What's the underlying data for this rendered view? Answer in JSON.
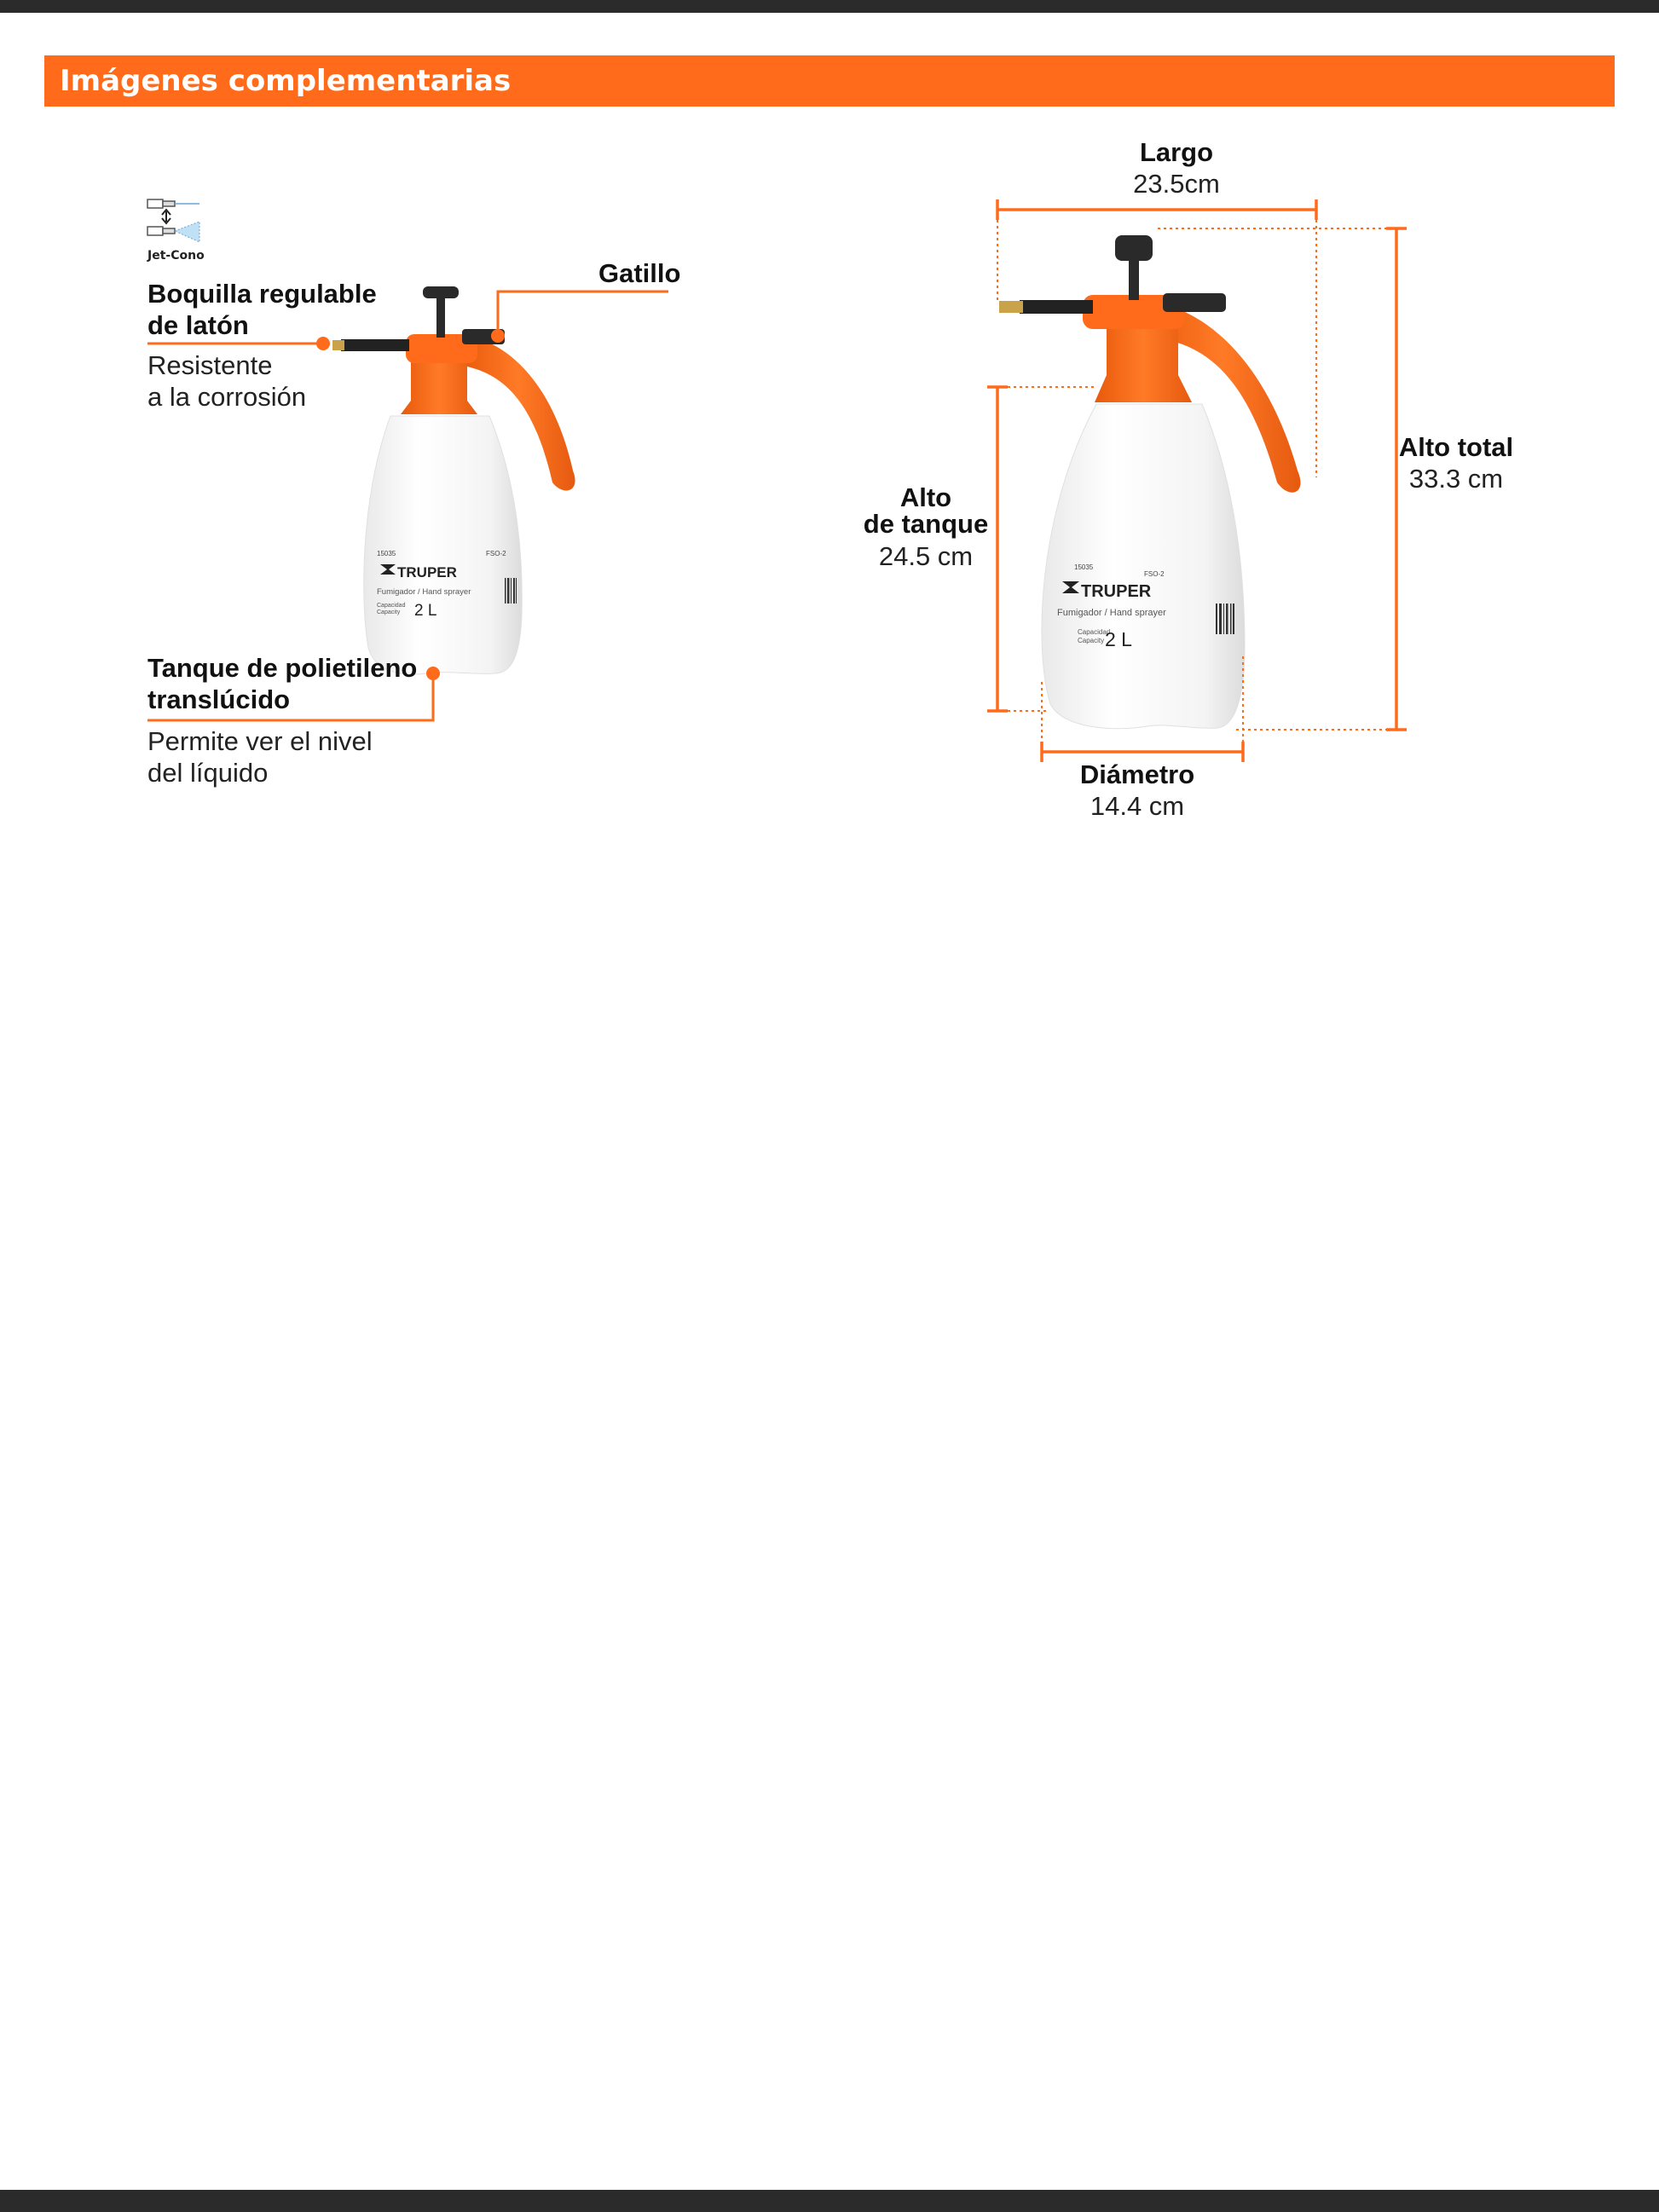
{
  "header": {
    "title": "Imágenes complementarias"
  },
  "brand": {
    "name": "TRUPER",
    "color_accent": "#ff6b1a",
    "color_dark": "#2b2b2b"
  },
  "product_label": {
    "name": "Fumigador / Hand sprayer",
    "capacity_label": "Capacidad",
    "capacity_label_en": "Capacity",
    "capacity": "2 L"
  },
  "features": {
    "nozzle_mode": "Jet-Cono",
    "trigger": "Gatillo",
    "nozzle_title_1": "Boquilla regulable",
    "nozzle_title_2": "de latón",
    "nozzle_desc_1": "Resistente",
    "nozzle_desc_2": "a la corrosión",
    "tank_title_1": "Tanque de polietileno",
    "tank_title_2": "translúcido",
    "tank_desc_1": "Permite ver el nivel",
    "tank_desc_2": "del líquido"
  },
  "dimensions": {
    "length_label": "Largo",
    "length_value": "23.5cm",
    "total_height_label": "Alto total",
    "total_height_value": "33.3 cm",
    "tank_height_label_1": "Alto",
    "tank_height_label_2": "de tanque",
    "tank_height_value": "24.5 cm",
    "diameter_label": "Diámetro",
    "diameter_value": "14.4 cm"
  },
  "icons": [
    "sprayer-bottle-icon",
    "jet-cone-nozzle-icon"
  ]
}
